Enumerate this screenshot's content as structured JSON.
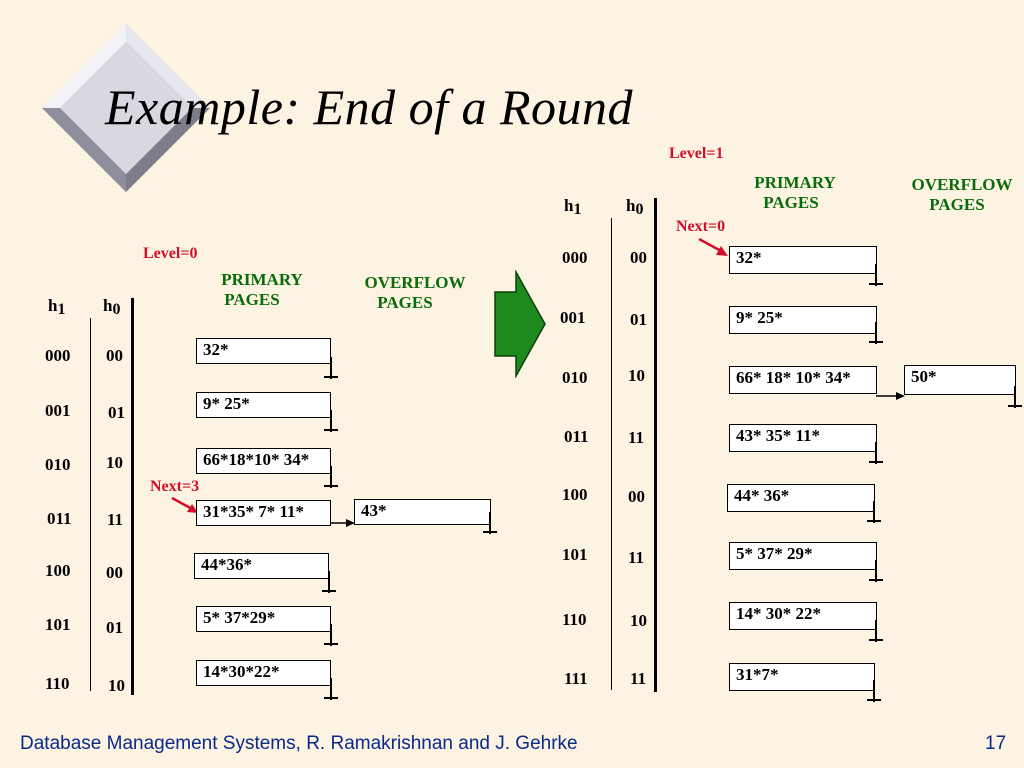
{
  "title": "Example:  End of a Round",
  "footer": {
    "citation": "Database Management Systems, R. Ramakrishnan and J. Gehrke",
    "page": "17"
  },
  "left": {
    "level": "Level=0",
    "next": "Next=3",
    "primary_label_1": "PRIMARY",
    "primary_label_2": "PAGES",
    "overflow_label_1": "OVERFLOW",
    "overflow_label_2": "PAGES",
    "h1": "h",
    "h1_sub": "1",
    "h0": "h",
    "h0_sub": "0",
    "rows": [
      {
        "h1": "000",
        "h0": "00",
        "primary": "32*",
        "overflow": ""
      },
      {
        "h1": "001",
        "h0": "01",
        "primary": "9* 25*",
        "overflow": ""
      },
      {
        "h1": "010",
        "h0": "10",
        "primary": "66*18*10* 34*",
        "overflow": ""
      },
      {
        "h1": "011",
        "h0": "11",
        "primary": "31*35* 7*   11*",
        "overflow": "43*"
      },
      {
        "h1": "100",
        "h0": "00",
        "primary": "44*36*",
        "overflow": ""
      },
      {
        "h1": "101",
        "h0": "01",
        "primary": "5*  37*29*",
        "overflow": ""
      },
      {
        "h1": "110",
        "h0": "10",
        "primary": "14*30*22*",
        "overflow": ""
      }
    ]
  },
  "right": {
    "level": "Level=1",
    "next": "Next=0",
    "primary_label_1": "PRIMARY",
    "primary_label_2": "PAGES",
    "overflow_label_1": "OVERFLOW",
    "overflow_label_2": "PAGES",
    "h1": "h",
    "h1_sub": "1",
    "h0": "h",
    "h0_sub": "0",
    "rows": [
      {
        "h1": "000",
        "h0": "00",
        "primary": "32*",
        "overflow": ""
      },
      {
        "h1": "001",
        "h0": "01",
        "primary": "9* 25*",
        "overflow": ""
      },
      {
        "h1": "010",
        "h0": "10",
        "primary": "66*  18* 10* 34*",
        "overflow": "50*"
      },
      {
        "h1": "011",
        "h0": "11",
        "primary": "43*  35*   11*",
        "overflow": ""
      },
      {
        "h1": "100",
        "h0": "00",
        "primary": "44*   36*",
        "overflow": ""
      },
      {
        "h1": "101",
        "h0": "11",
        "primary": "5*    37*  29*",
        "overflow": ""
      },
      {
        "h1": "110",
        "h0": "10",
        "primary": "14*   30* 22*",
        "overflow": ""
      },
      {
        "h1": "111",
        "h0": "11",
        "primary": "31*7*",
        "overflow": ""
      }
    ]
  },
  "colors": {
    "background": "#fdf3e3",
    "red": "#d0102a",
    "green": "#0a6b0a",
    "arrow_green": "#1e8a1e",
    "footer": "#0a2a8a"
  }
}
